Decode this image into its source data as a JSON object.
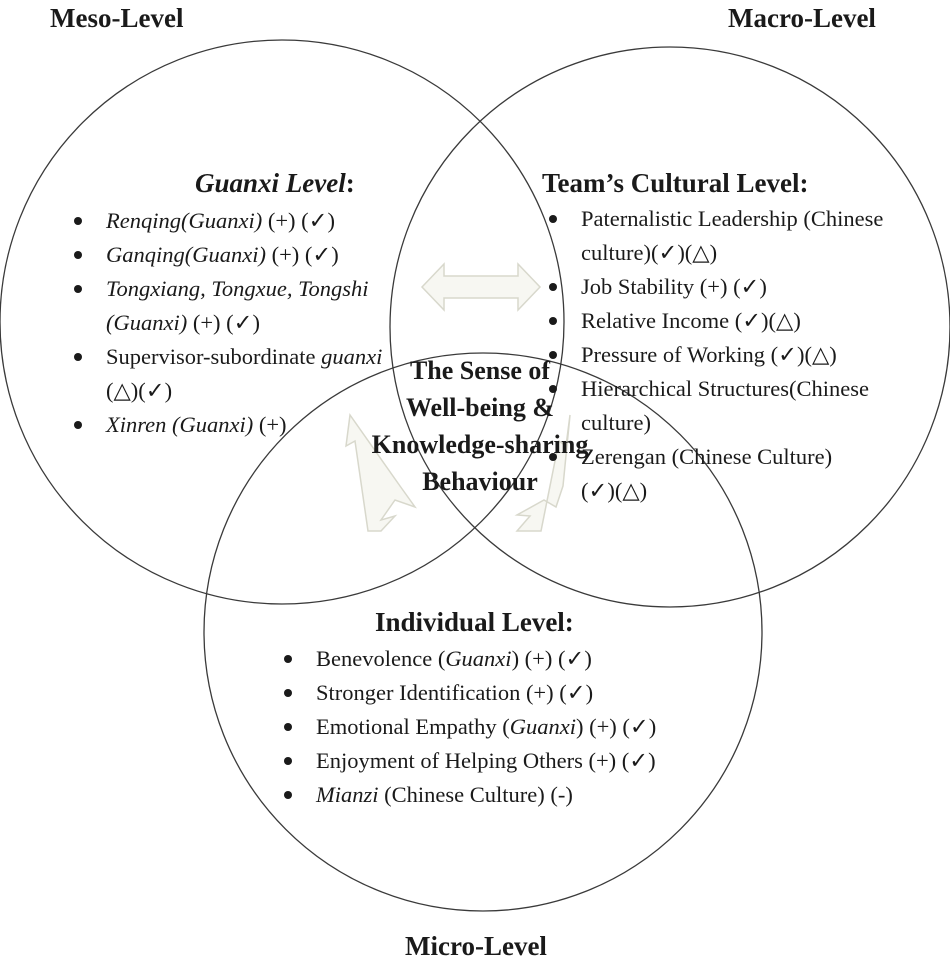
{
  "corners": {
    "meso": "Meso-Level",
    "macro": "Macro-Level",
    "micro": "Micro-Level"
  },
  "center": {
    "lines": [
      "The Sense of",
      "Well-being &",
      "Knowledge-sharing",
      "Behaviour"
    ]
  },
  "guanxi": {
    "heading_italic": "Guanxi Level",
    "heading_suffix": ":",
    "items": [
      {
        "italic": "Renqing(Guanxi)",
        "rest": "",
        "marks": " (+) (✓)"
      },
      {
        "italic": "Ganqing(Guanxi)",
        "rest": "",
        "marks": " (+) (✓)"
      },
      {
        "italic": "Tongxiang, Tongxue, Tongshi (Guanxi)",
        "rest": "",
        "marks": " (+) (✓)"
      },
      {
        "rest": "Supervisor-subordinate ",
        "italic": "guanxi",
        "marks": " (△)(✓)"
      },
      {
        "italic": "Xinren (Guanxi)",
        "rest": "",
        "marks": " (+)"
      }
    ]
  },
  "team": {
    "heading": "Team’s Cultural Level:",
    "items": [
      {
        "text": "Paternalistic Leadership (Chinese culture)",
        "marks": "(✓)(△)"
      },
      {
        "text": "Job Stability",
        "marks": " (+) (✓)"
      },
      {
        "text": "Relative Income",
        "marks": " (✓)(△)"
      },
      {
        "text": "Pressure of Working",
        "marks": " (✓)(△)"
      },
      {
        "text": "Hierarchical Structures(Chinese culture)",
        "marks": ""
      },
      {
        "text": "Zerengan (Chinese Culture)",
        "marks": " (✓)(△)"
      }
    ]
  },
  "individual": {
    "heading": "Individual Level:",
    "items": [
      {
        "pre": "Benevolence (",
        "italic": "Guanxi",
        "post": ") (+) (✓)"
      },
      {
        "pre": "Stronger Identification (+) (✓)",
        "italic": "",
        "post": ""
      },
      {
        "pre": "Emotional Empathy (",
        "italic": "Guanxi",
        "post": ") (+) (✓)"
      },
      {
        "pre": "Enjoyment of Helping Others (+) (✓)",
        "italic": "",
        "post": ""
      },
      {
        "pre": "",
        "italic": "Mianzi",
        "post": " (Chinese Culture) (-)"
      }
    ]
  },
  "colors": {
    "circle_stroke": "#3a3a3a",
    "arrow_fill": "#f7f7f2",
    "arrow_stroke": "#d8d8cc",
    "text": "#1a1a1a"
  }
}
